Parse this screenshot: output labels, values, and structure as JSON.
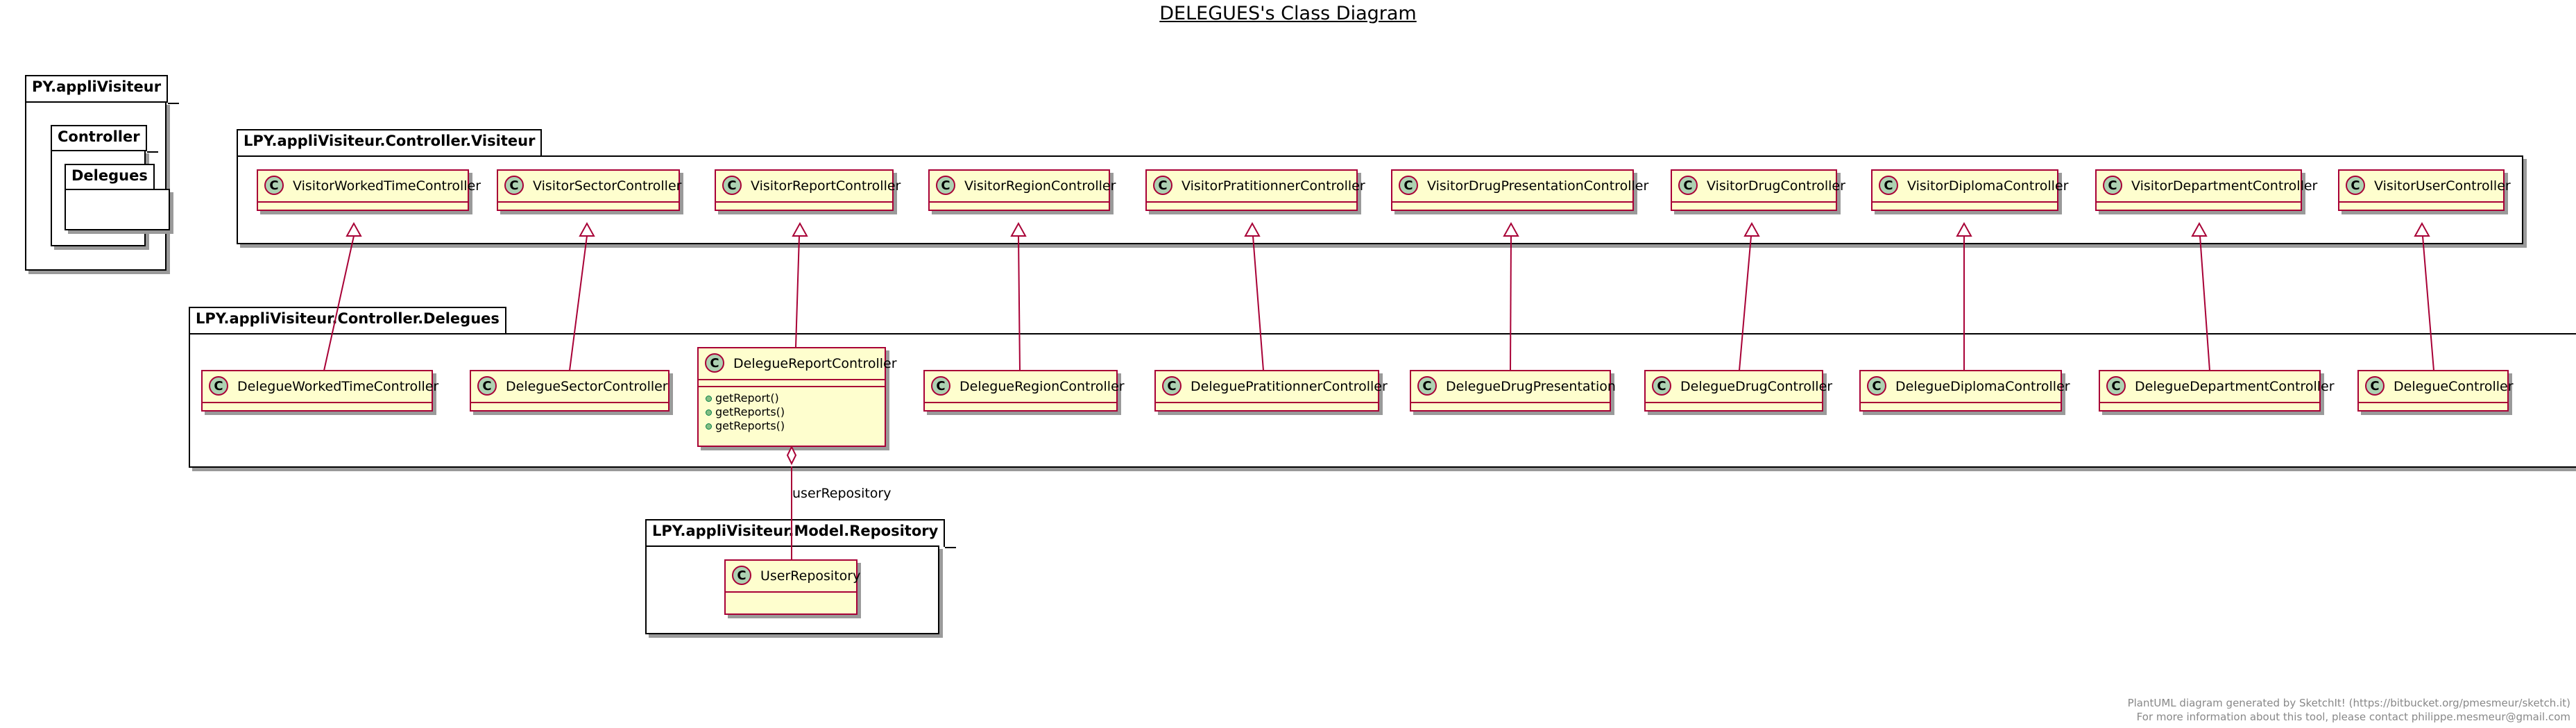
{
  "diagram": {
    "title": "DELEGUES's Class Diagram",
    "packages": {
      "root": "PY.appliVisiteur",
      "controller": "Controller",
      "delegues": "Delegues",
      "visiteur": "LPY.appliVisiteur.Controller.Visiteur",
      "delegue_pkg": "LPY.appliVisiteur.Controller.Delegues",
      "repository": "LPY.appliVisiteur.Model.Repository"
    },
    "class_marker": "C",
    "visitor_classes": [
      "VisitorWorkedTimeController",
      "VisitorSectorController",
      "VisitorReportController",
      "VisitorRegionController",
      "VisitorPratitionnerController",
      "VisitorDrugPresentationController",
      "VisitorDrugController",
      "VisitorDiplomaController",
      "VisitorDepartmentController",
      "VisitorUserController"
    ],
    "delegue_classes": [
      "DelegueWorkedTimeController",
      "DelegueSectorController",
      "DelegueReportController",
      "DelegueRegionController",
      "DeleguePratitionnerController",
      "DelegueDrugPresentation",
      "DelegueDrugController",
      "DelegueDiplomaController",
      "DelegueDepartmentController",
      "DelegueController"
    ],
    "report_methods": [
      "getReport()",
      "getReports()",
      "getReports()"
    ],
    "repository_class": "UserRepository",
    "aggregation_label": "userRepository",
    "colors": {
      "class_fill": "#fefece",
      "class_border": "#a80036",
      "marker_fill": "#add1b2",
      "shadow": "#9a9a9a"
    }
  },
  "footer": {
    "line1": "PlantUML diagram generated by SketchIt! (https://bitbucket.org/pmesmeur/sketch.it)",
    "line2": "For more information about this tool, please contact philippe.mesmeur@gmail.com"
  }
}
